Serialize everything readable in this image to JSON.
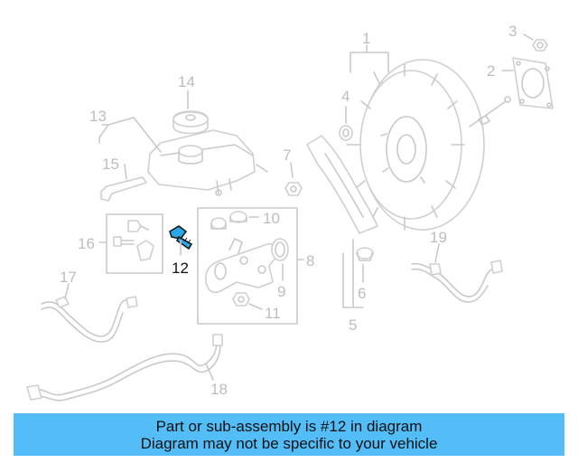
{
  "diagram": {
    "callouts": {
      "c1": "1",
      "c2": "2",
      "c3": "3",
      "c4": "4",
      "c5": "5",
      "c6": "6",
      "c7": "7",
      "c8": "8",
      "c9": "9",
      "c10": "10",
      "c11": "11",
      "c12": "12",
      "c13": "13",
      "c14": "14",
      "c15": "15",
      "c16": "16",
      "c17": "17",
      "c18": "18",
      "c19": "19"
    },
    "highlighted_part": "12",
    "highlight_color": "#2aa8e6"
  },
  "banner": {
    "line1": "Part or sub-assembly is #12 in diagram",
    "line2": "Diagram may not be specific to your vehicle",
    "background": "#52bdf7"
  }
}
